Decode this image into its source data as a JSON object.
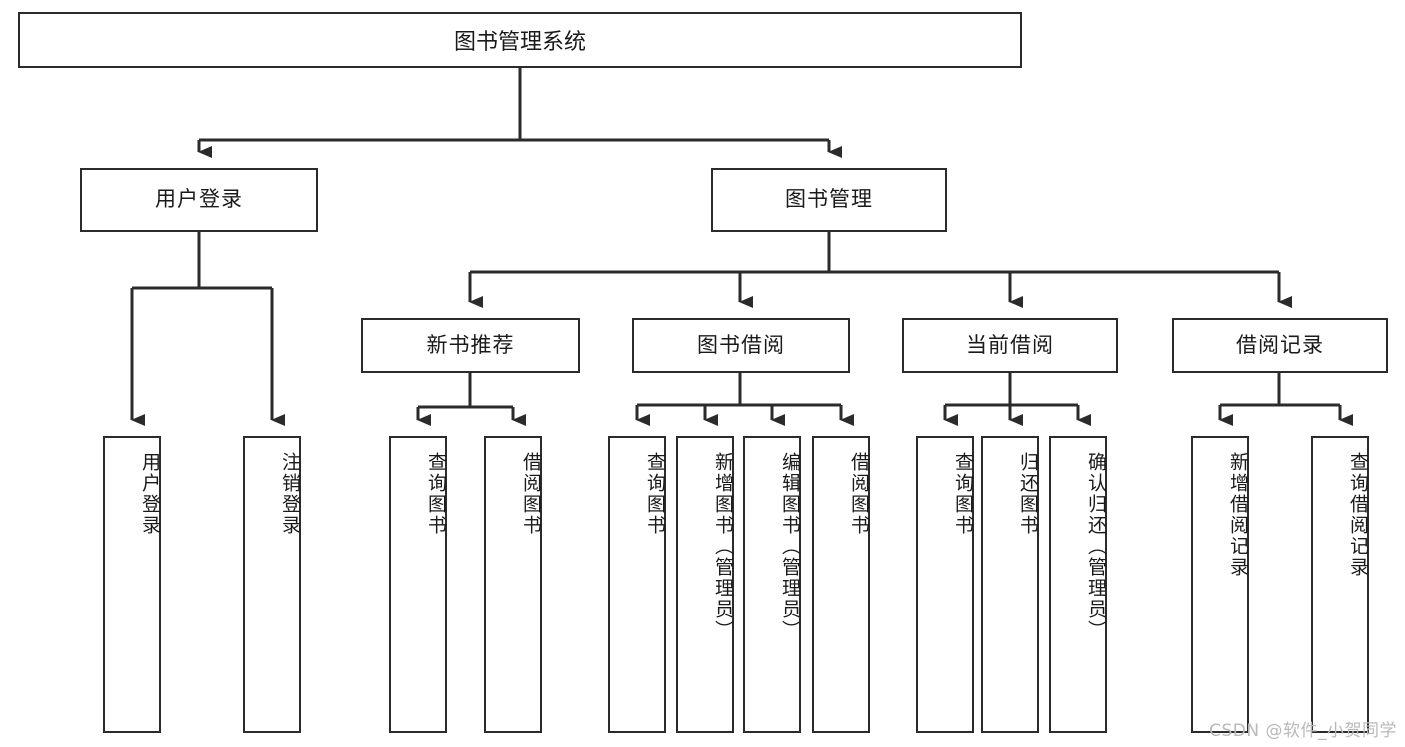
{
  "diagram": {
    "title": "图书管理系统",
    "root": {
      "label": "图书管理系统"
    },
    "level2": [
      {
        "label": "用户登录"
      },
      {
        "label": "图书管理"
      }
    ],
    "level3": [
      {
        "label": "新书推荐"
      },
      {
        "label": "图书借阅"
      },
      {
        "label": "当前借阅"
      },
      {
        "label": "借阅记录"
      }
    ],
    "leaves": [
      {
        "label": "用户登录",
        "parent": "用户登录"
      },
      {
        "label": "注销登录",
        "parent": "用户登录"
      },
      {
        "label": "查询图书",
        "parent": "新书推荐"
      },
      {
        "label": "借阅图书",
        "parent": "新书推荐"
      },
      {
        "label": "查询图书",
        "parent": "图书借阅"
      },
      {
        "label": "新增图书（管理员）",
        "parent": "图书借阅"
      },
      {
        "label": "编辑图书（管理员）",
        "parent": "图书借阅"
      },
      {
        "label": "借阅图书",
        "parent": "图书借阅"
      },
      {
        "label": "查询图书",
        "parent": "当前借阅"
      },
      {
        "label": "归还图书",
        "parent": "当前借阅"
      },
      {
        "label": "确认归还（管理员）",
        "parent": "当前借阅"
      },
      {
        "label": "新增借阅记录",
        "parent": "借阅记录"
      },
      {
        "label": "查询借阅记录",
        "parent": "借阅记录"
      }
    ],
    "watermark": "CSDN @软件_小贺同学",
    "colors": {
      "stroke": "#2b2b2b",
      "background": "#ffffff",
      "text": "#1a1a1a",
      "watermark": "#b9b9b9"
    }
  }
}
